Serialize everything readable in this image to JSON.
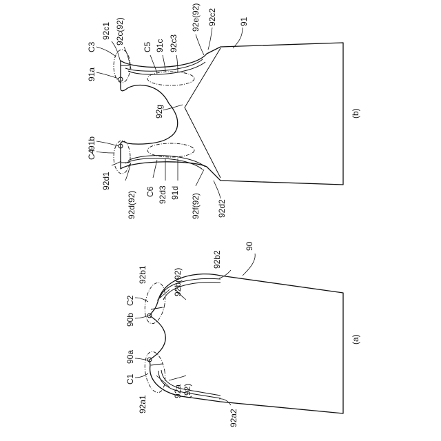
{
  "panels": {
    "a": {
      "caption": "(a)",
      "labels": {
        "body": "90",
        "neck_a": "90a",
        "neck_b": "90b",
        "corner_1": "C1",
        "corner_2": "C2",
        "end_a1": "92a1",
        "end_a2": "92a2",
        "end_b1": "92b1",
        "end_b2": "92b2",
        "strip_a_line1": "92a",
        "strip_a_line2": "(92)",
        "strip_b": "92b(92)"
      }
    },
    "b": {
      "caption": "(b)",
      "labels": {
        "body": "91",
        "edge_a": "91a",
        "edge_b": "91b",
        "corner_3": "C3",
        "corner_4": "C4",
        "corner_5": "C5",
        "corner_6": "C6",
        "end_c1": "92c1",
        "end_c2": "92c2",
        "end_c3": "92c3",
        "strip_c": "92c(92)",
        "strip_e": "92e(92)",
        "notch_c": "91c",
        "end_d1": "92d1",
        "end_d2": "92d2",
        "end_d3": "92d3",
        "strip_d": "92d(92)",
        "strip_f": "92f(92)",
        "notch_d": "91d",
        "gusset": "92g"
      }
    }
  }
}
